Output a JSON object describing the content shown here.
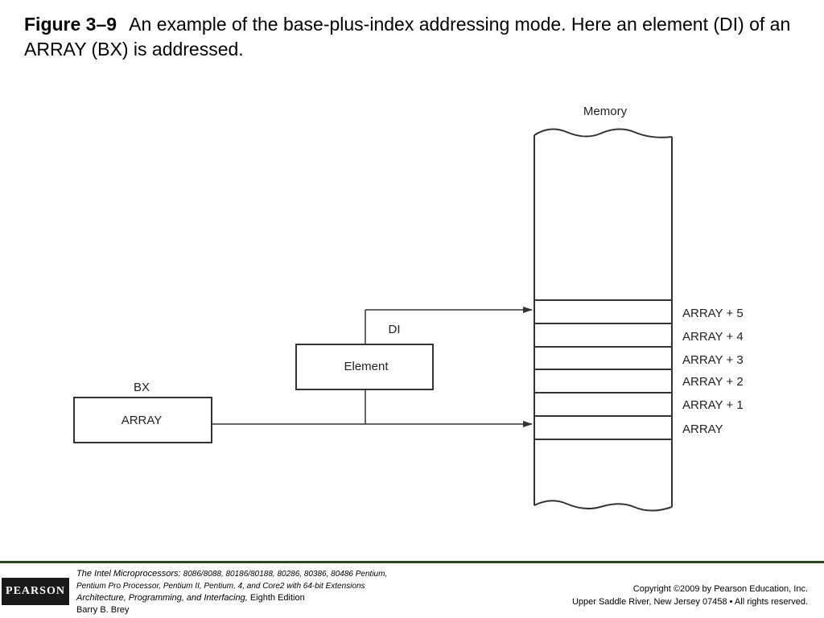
{
  "title": {
    "figure_number": "Figure 3–9",
    "caption": "An example of the base-plus-index addressing mode. Here an element (DI) of an ARRAY (BX) is addressed."
  },
  "diagram": {
    "memory_label": "Memory",
    "di_label": "DI",
    "element_label": "Element",
    "bx_label": "BX",
    "array_box_label": "ARRAY",
    "cells": [
      "ARRAY + 5",
      "ARRAY + 4",
      "ARRAY + 3",
      "ARRAY + 2",
      "ARRAY + 1",
      "ARRAY"
    ]
  },
  "footer": {
    "publisher_logo": "PEARSON",
    "book_title": "The Intel Microprocessors:",
    "book_models": "8086/8088, 80186/80188, 80286, 80386, 80486 Pentium,",
    "book_models_2": "Pentium Pro Processor, Pentium II, Pentium, 4, and Core2 with 64-bit Extensions",
    "book_subtitle": "Architecture, Programming, and Interfacing,",
    "edition": "Eighth Edition",
    "author": "Barry B. Brey",
    "copyright_1": "Copyright ©2009 by Pearson Education, Inc.",
    "copyright_2": "Upper Saddle River, New Jersey 07458 • All rights reserved."
  },
  "colors": {
    "footer_rule": "#2e4a1f",
    "line": "#333333"
  }
}
